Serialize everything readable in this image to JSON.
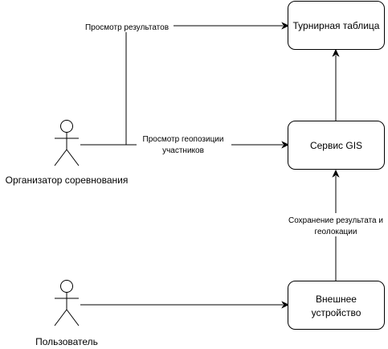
{
  "nodes": {
    "leaderboard": {
      "label": "Турнирная таблица"
    },
    "gis_service": {
      "label": "Сервис GIS"
    },
    "external_device": {
      "label_line1": "Внешнее",
      "label_line2": "устройство"
    }
  },
  "actors": {
    "organizer": {
      "label": "Организатор соревнования"
    },
    "user": {
      "label": "Пользователь"
    }
  },
  "edges": {
    "view_results": {
      "label": "Просмотр результатов"
    },
    "view_geoposition": {
      "label_line1": "Просмотр геопозиции",
      "label_line2": "участников"
    },
    "save_result": {
      "label_line1": "Сохранение результата и",
      "label_line2": "геолокации"
    }
  }
}
